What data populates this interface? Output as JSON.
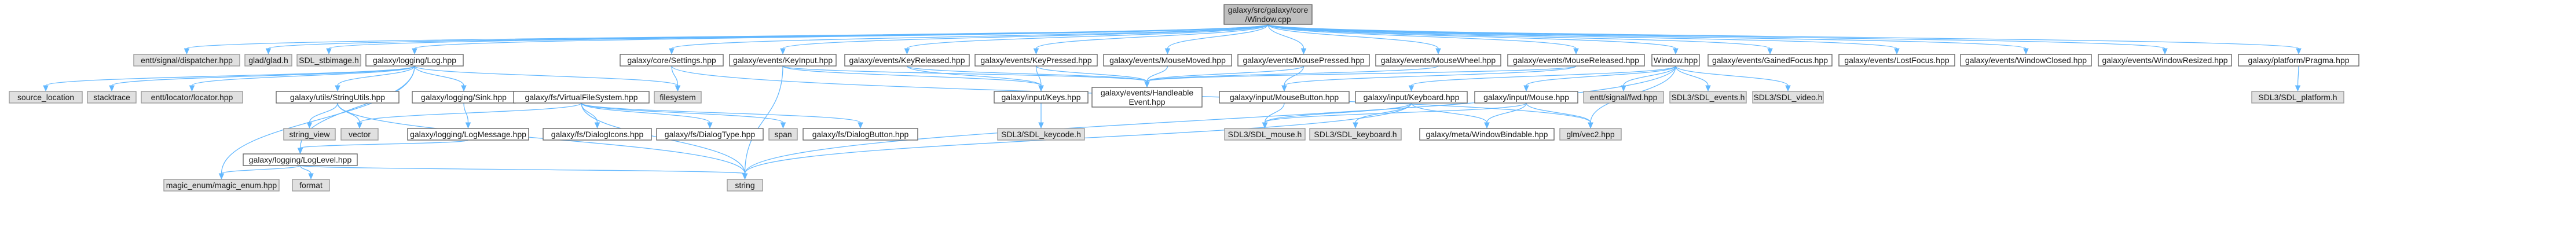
{
  "diagram": {
    "nodes": [
      {
        "id": "root",
        "label": [
          "galaxy/src/galaxy/core",
          "/Window.cpp"
        ],
        "kind": "root"
      },
      {
        "id": "entt_dispatcher",
        "label": [
          "entt/signal/dispatcher.hpp"
        ],
        "kind": "sys"
      },
      {
        "id": "glad",
        "label": [
          "glad/glad.h"
        ],
        "kind": "sys"
      },
      {
        "id": "sdl_image",
        "label": [
          "SDL_stbimage.h"
        ],
        "kind": "sys"
      },
      {
        "id": "log",
        "label": [
          "galaxy/logging/Log.hpp"
        ],
        "kind": "src"
      },
      {
        "id": "settings",
        "label": [
          "galaxy/core/Settings.hpp"
        ],
        "kind": "src"
      },
      {
        "id": "keyinput",
        "label": [
          "galaxy/events/KeyInput.hpp"
        ],
        "kind": "src"
      },
      {
        "id": "keyreleased",
        "label": [
          "galaxy/events/KeyReleased.hpp"
        ],
        "kind": "src"
      },
      {
        "id": "keypressed",
        "label": [
          "galaxy/events/KeyPressed.hpp"
        ],
        "kind": "src"
      },
      {
        "id": "mousemoved",
        "label": [
          "galaxy/events/MouseMoved.hpp"
        ],
        "kind": "src"
      },
      {
        "id": "mousepressed",
        "label": [
          "galaxy/events/MousePressed.hpp"
        ],
        "kind": "src"
      },
      {
        "id": "mousewheel",
        "label": [
          "galaxy/events/MouseWheel.hpp"
        ],
        "kind": "src"
      },
      {
        "id": "mousereleased",
        "label": [
          "galaxy/events/MouseReleased.hpp"
        ],
        "kind": "src"
      },
      {
        "id": "windowhpp",
        "label": [
          "Window.hpp"
        ],
        "kind": "src"
      },
      {
        "id": "gainedfocus",
        "label": [
          "galaxy/events/GainedFocus.hpp"
        ],
        "kind": "src"
      },
      {
        "id": "lostfocus",
        "label": [
          "galaxy/events/LostFocus.hpp"
        ],
        "kind": "src"
      },
      {
        "id": "windowclosed",
        "label": [
          "galaxy/events/WindowClosed.hpp"
        ],
        "kind": "src"
      },
      {
        "id": "windowresized",
        "label": [
          "galaxy/events/WindowResized.hpp"
        ],
        "kind": "src"
      },
      {
        "id": "pragma",
        "label": [
          "galaxy/platform/Pragma.hpp"
        ],
        "kind": "src"
      },
      {
        "id": "source_location",
        "label": [
          "source_location"
        ],
        "kind": "sys"
      },
      {
        "id": "stacktrace",
        "label": [
          "stacktrace"
        ],
        "kind": "sys"
      },
      {
        "id": "entt_locator",
        "label": [
          "entt/locator/locator.hpp"
        ],
        "kind": "sys"
      },
      {
        "id": "stringutils",
        "label": [
          "galaxy/utils/StringUtils.hpp"
        ],
        "kind": "src"
      },
      {
        "id": "sink",
        "label": [
          "galaxy/logging/Sink.hpp"
        ],
        "kind": "src"
      },
      {
        "id": "vfs",
        "label": [
          "galaxy/fs/VirtualFileSystem.hpp"
        ],
        "kind": "src"
      },
      {
        "id": "filesystem",
        "label": [
          "filesystem"
        ],
        "kind": "sys"
      },
      {
        "id": "keys",
        "label": [
          "galaxy/input/Keys.hpp"
        ],
        "kind": "src"
      },
      {
        "id": "handleable",
        "label": [
          "galaxy/events/Handleable",
          "Event.hpp"
        ],
        "kind": "src"
      },
      {
        "id": "mousebutton",
        "label": [
          "galaxy/input/MouseButton.hpp"
        ],
        "kind": "src"
      },
      {
        "id": "keyboard",
        "label": [
          "galaxy/input/Keyboard.hpp"
        ],
        "kind": "src"
      },
      {
        "id": "mouse",
        "label": [
          "galaxy/input/Mouse.hpp"
        ],
        "kind": "src"
      },
      {
        "id": "fixed",
        "label": [
          "entt/signal/fwd.hpp"
        ],
        "kind": "sys"
      },
      {
        "id": "sdl_events",
        "label": [
          "SDL3/SDL_events.h"
        ],
        "kind": "sys"
      },
      {
        "id": "sdl_video",
        "label": [
          "SDL3/SDL_video.h"
        ],
        "kind": "sys"
      },
      {
        "id": "sdl_platform",
        "label": [
          "SDL3/SDL_platform.h"
        ],
        "kind": "sys"
      },
      {
        "id": "string_view",
        "label": [
          "string_view"
        ],
        "kind": "sys"
      },
      {
        "id": "vector",
        "label": [
          "vector"
        ],
        "kind": "sys"
      },
      {
        "id": "logmessage",
        "label": [
          "galaxy/logging/LogMessage.hpp"
        ],
        "kind": "src"
      },
      {
        "id": "dialogicons",
        "label": [
          "galaxy/fs/DialogIcons.hpp"
        ],
        "kind": "src"
      },
      {
        "id": "dialogtype",
        "label": [
          "galaxy/fs/DialogType.hpp"
        ],
        "kind": "src"
      },
      {
        "id": "span",
        "label": [
          "span"
        ],
        "kind": "sys"
      },
      {
        "id": "dialogbutton",
        "label": [
          "galaxy/fs/DialogButton.hpp"
        ],
        "kind": "src"
      },
      {
        "id": "sdl_keycode",
        "label": [
          "SDL3/SDL_keycode.h"
        ],
        "kind": "sys"
      },
      {
        "id": "sdl_mouse",
        "label": [
          "SDL3/SDL_mouse.h"
        ],
        "kind": "sys"
      },
      {
        "id": "sdl_keyboard",
        "label": [
          "SDL3/SDL_keyboard.h"
        ],
        "kind": "sys"
      },
      {
        "id": "windowbindable",
        "label": [
          "galaxy/meta/WindowBindable.hpp"
        ],
        "kind": "src"
      },
      {
        "id": "glm_vec2",
        "label": [
          "glm/vec2.hpp"
        ],
        "kind": "sys"
      },
      {
        "id": "loglevel",
        "label": [
          "galaxy/logging/LogLevel.hpp"
        ],
        "kind": "src"
      },
      {
        "id": "magic_enum",
        "label": [
          "magic_enum/magic_enum.hpp"
        ],
        "kind": "sys"
      },
      {
        "id": "format",
        "label": [
          "format"
        ],
        "kind": "sys"
      },
      {
        "id": "string",
        "label": [
          "string"
        ],
        "kind": "sys"
      }
    ]
  }
}
